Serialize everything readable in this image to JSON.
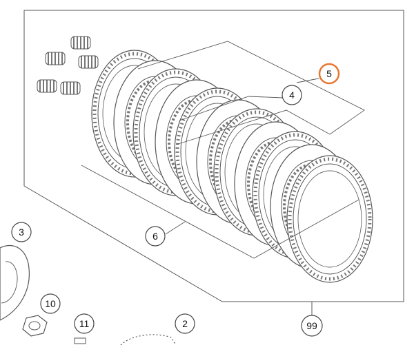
{
  "diagram": {
    "callouts": {
      "c2": "2",
      "c3": "3",
      "c4": "4",
      "c5": "5",
      "c6": "6",
      "c10": "10",
      "c11": "11",
      "c99": "99"
    },
    "colors": {
      "line": "#555555",
      "highlight": "#e8772e",
      "paper": "#ffffff"
    },
    "highlighted_callout": "5",
    "part_icons": [
      "clutch-spring-icon",
      "clutch-disc-icon",
      "clutch-plate-icon",
      "nut-icon",
      "washer-icon",
      "cover-icon"
    ]
  }
}
